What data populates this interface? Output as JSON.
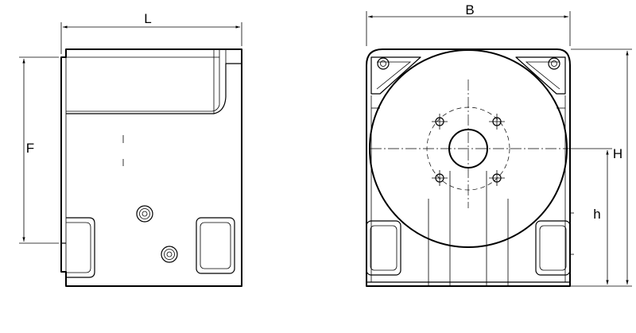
{
  "labels": {
    "L": "L",
    "F": "F",
    "B": "B",
    "H": "H",
    "h": "h"
  }
}
